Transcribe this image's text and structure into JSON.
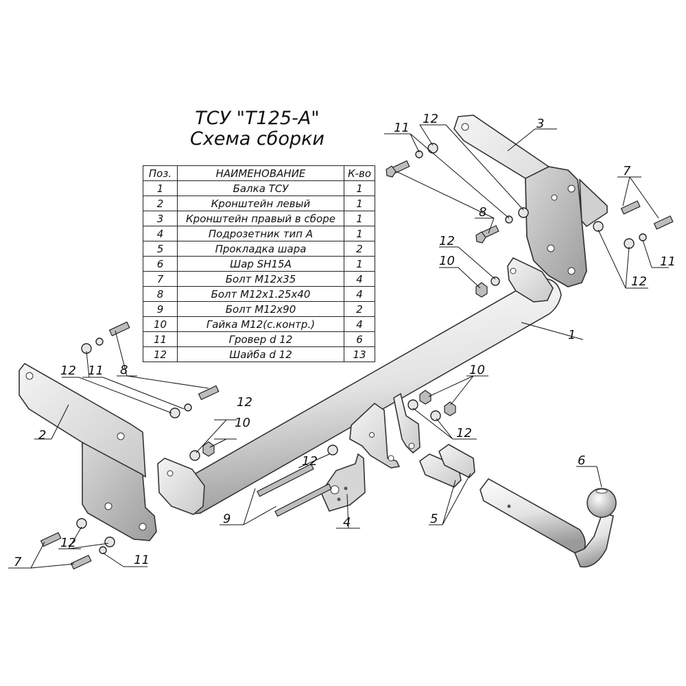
{
  "header": {
    "title_line1": "ТСУ \"Т125-А\"",
    "title_line2": "Схема сборки"
  },
  "table": {
    "headers": [
      "Поз.",
      "НАИМЕНОВАНИЕ",
      "К-во"
    ],
    "rows": [
      {
        "pos": "1",
        "name": "Балка ТСУ",
        "qty": "1"
      },
      {
        "pos": "2",
        "name": "Кронштейн левый",
        "qty": "1"
      },
      {
        "pos": "3",
        "name": "Кронштейн правый в сборе",
        "qty": "1"
      },
      {
        "pos": "4",
        "name": "Подрозетник тип А",
        "qty": "1"
      },
      {
        "pos": "5",
        "name": "Прокладка шара",
        "qty": "2"
      },
      {
        "pos": "6",
        "name": "Шар SH15A",
        "qty": "1"
      },
      {
        "pos": "7",
        "name": "Болт М12х35",
        "qty": "4"
      },
      {
        "pos": "8",
        "name": "Болт М12х1.25х40",
        "qty": "4"
      },
      {
        "pos": "9",
        "name": "Болт М12х90",
        "qty": "2"
      },
      {
        "pos": "10",
        "name": "Гайка М12(с.контр.)",
        "qty": "4"
      },
      {
        "pos": "11",
        "name": "Гровер d 12",
        "qty": "6"
      },
      {
        "pos": "12",
        "name": "Шайба d 12",
        "qty": "13"
      }
    ]
  },
  "callouts": {
    "c1": "1",
    "c2": "2",
    "c3": "3",
    "c4": "4",
    "c5": "5",
    "c6": "6",
    "c7a": "7",
    "c7b": "7",
    "c8a": "8",
    "c8b": "8",
    "c9": "9",
    "c10a": "10",
    "c10b": "10",
    "c10c": "10",
    "c11a": "11",
    "c11b": "11",
    "c11c": "11",
    "c11d": "11",
    "c12a": "12",
    "c12b": "12",
    "c12c": "12",
    "c12d": "12",
    "c12e": "12",
    "c12f": "12",
    "c12g": "12",
    "c12h": "12"
  }
}
